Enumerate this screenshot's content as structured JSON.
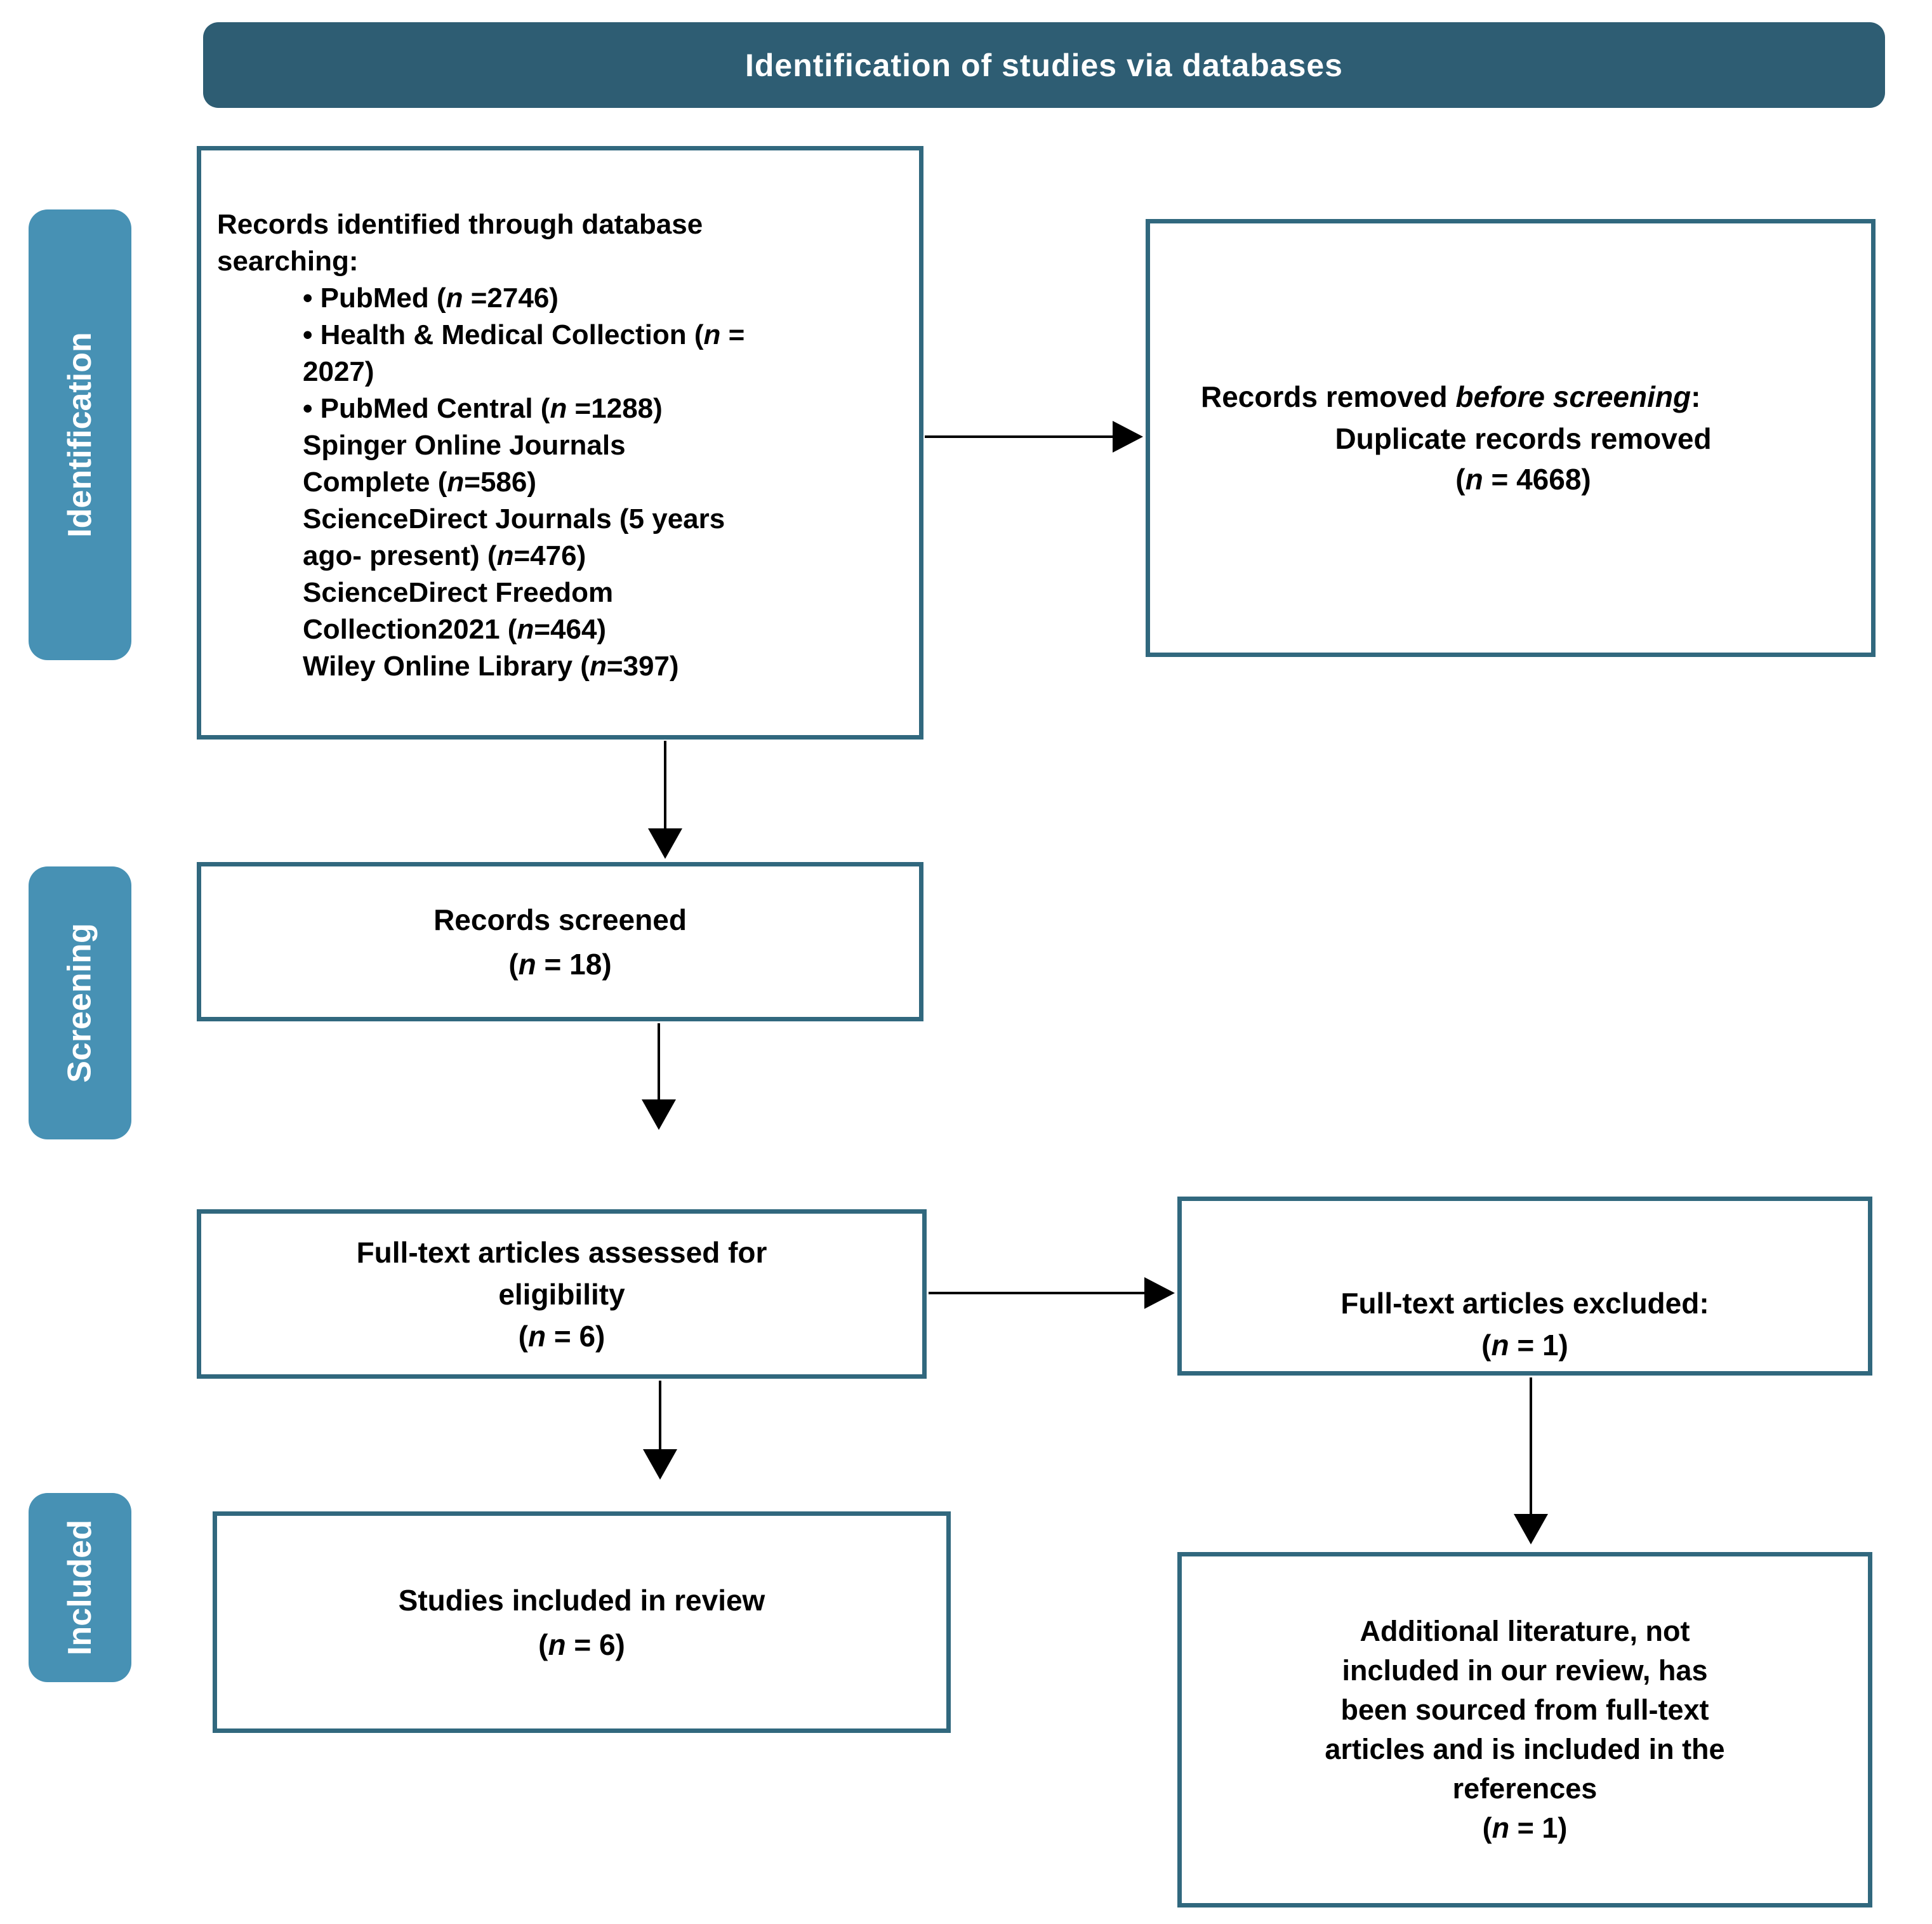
{
  "header": {
    "title": "Identification of studies via databases"
  },
  "stages": {
    "identification": "Identification",
    "screening": "Screening",
    "included": "Included"
  },
  "boxes": {
    "records_identified": {
      "intro_lines": [
        "Records identified through database",
        "searching:"
      ],
      "list_lines": [
        "• PubMed (n =2746)",
        "• Health & Medical Collection (n =",
        "2027)",
        "• PubMed Central (n =1288)",
        "Spinger Online Journals",
        "Complete (n=586)",
        "ScienceDirect Journals (5 years",
        "ago- present) (n=476)",
        "ScienceDirect Freedom",
        "Collection2021 (n=464)",
        "Wiley Online Library (n=397)"
      ]
    },
    "records_removed": {
      "line1_normal": "Records removed ",
      "line1_italic": "before screening",
      "line1_end": ":",
      "sub_lines": [
        "Duplicate records removed",
        "(n = 4668)"
      ]
    },
    "records_screened": {
      "lines": [
        "Records screened",
        "(n = 18)"
      ]
    },
    "fulltext_assessed": {
      "lines": [
        "Full-text articles assessed for",
        "eligibility",
        "(n = 6)"
      ]
    },
    "fulltext_excluded": {
      "lines": [
        "Full-text articles excluded:",
        "(n = 1)"
      ]
    },
    "studies_included": {
      "lines": [
        "Studies included in review",
        "(n = 6)"
      ]
    },
    "additional_literature": {
      "lines": [
        "Additional literature, not",
        "included in our review, has",
        "been sourced from full-text",
        "articles and is included in the",
        "references",
        "(n = 1)"
      ]
    }
  },
  "colors": {
    "header_bg": "#2E5D73",
    "header_text": "#FFFFFF",
    "stage_bg": "#4791B4",
    "box_border": "#31687E",
    "arrow": "#000000",
    "text": "#000000"
  }
}
